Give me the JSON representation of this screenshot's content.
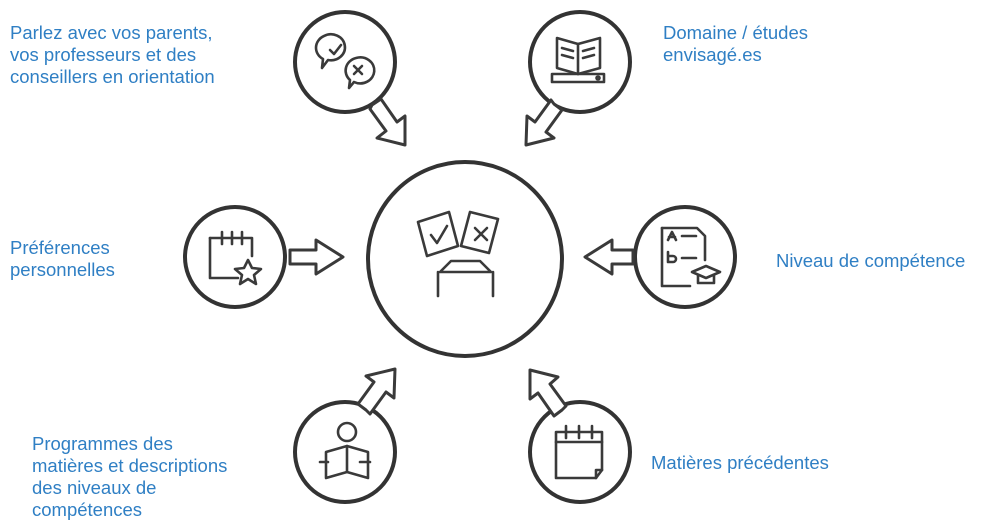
{
  "diagram": {
    "center": {
      "icon": "document-choice-icon"
    },
    "nodes": [
      {
        "id": "talk",
        "label": "Parlez avec vos parents,\nvos professeurs et des\nconseillers en orientation",
        "icon": "speech-bubbles-check-cross-icon"
      },
      {
        "id": "domain",
        "label": "Domaine / études\nenvisagé.es",
        "icon": "open-book-icon"
      },
      {
        "id": "preferences",
        "label": "Préférences\npersonnelles",
        "icon": "calendar-star-icon"
      },
      {
        "id": "level",
        "label": "Niveau de compétence",
        "icon": "grade-sheet-cap-icon"
      },
      {
        "id": "programs",
        "label": "Programmes des\nmatières et descriptions\ndes niveaux de\ncompétences",
        "icon": "person-reading-icon"
      },
      {
        "id": "previous",
        "label": "Matières précédentes",
        "icon": "calendar-icon"
      }
    ]
  },
  "colors": {
    "label": "#2f7fc4",
    "stroke": "#3a3a3a"
  }
}
